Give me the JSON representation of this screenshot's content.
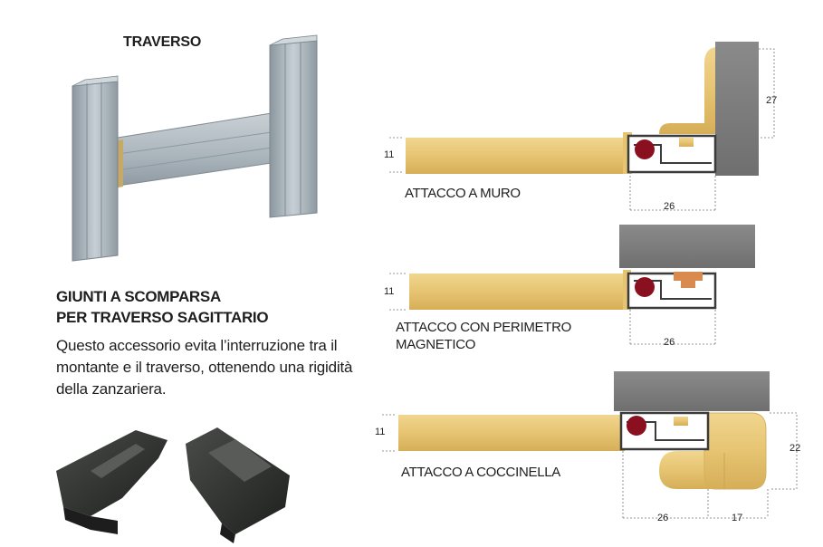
{
  "traverso_title": "TRAVERSO",
  "heading": {
    "line1": "GIUNTI A SCOMPARSA",
    "line2": "PER TRAVERSO SAGITTARIO"
  },
  "description": {
    "line1": "Questo accessorio evita l’interruzione tra il",
    "line2": "montante e il traverso, ottenendo una rigidità",
    "line3": "della zanzariera."
  },
  "sections": {
    "muro": {
      "label": "ATTACCO A MURO",
      "dim_height": "11",
      "dim_width": "26",
      "dim_wall": "27"
    },
    "perimetro": {
      "label_line1": "ATTACCO CON PERIMETRO",
      "label_line2": "MAGNETICO",
      "dim_height": "11",
      "dim_width": "26"
    },
    "coccinella": {
      "label": "ATTACCO A COCCINELLA",
      "dim_height": "11",
      "dim_width": "26",
      "dim_extra": "17",
      "dim_side": "22"
    }
  },
  "colors": {
    "profile_gold": "#e6c472",
    "wall_grey": "#7d7d7d",
    "seal_red": "#8a1020",
    "aluminium": "#a7b1b8",
    "joint_black": "#2c2e2c"
  }
}
